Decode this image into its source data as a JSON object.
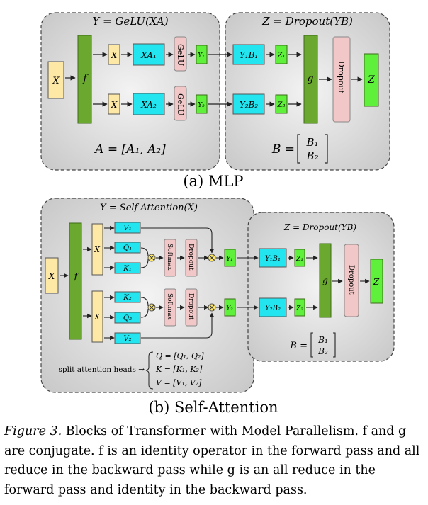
{
  "mlp": {
    "title_left": "Y = GeLU(XA)",
    "title_right": "Z = Dropout(YB)",
    "x_input": "X",
    "f": "f",
    "x1": "X",
    "x2": "X",
    "xa1": "XA₁",
    "xa2": "XA₂",
    "gelu1": "GeLU",
    "gelu2": "GeLU",
    "y1": "Y₁",
    "y2": "Y₂",
    "y1b1": "Y₁B₁",
    "y2b2": "Y₂B₂",
    "z1": "Z₁",
    "z2": "Z₂",
    "g": "g",
    "dropout": "Dropout",
    "z": "Z",
    "eq_a": "A = [A₁, A₂]",
    "eq_b_lhs": "B =",
    "eq_b1": "B₁",
    "eq_b2": "B₂",
    "caption": "(a) MLP"
  },
  "attn": {
    "title_left": "Y = Self-Attention(X)",
    "title_right": "Z = Dropout(YB)",
    "x_input": "X",
    "f": "f",
    "x1": "X",
    "x2": "X",
    "v1": "V₁",
    "q1": "Q₁",
    "k1": "K₁",
    "k2": "K₂",
    "q2": "Q₂",
    "v2": "V₂",
    "softmax1": "Softmax",
    "softmax2": "Softmax",
    "dropout1": "Dropout",
    "dropout2": "Dropout",
    "y1": "Y₁",
    "y2": "Y₂",
    "y1b1": "Y₁B₁",
    "y2b2": "Y₂B₂",
    "z1": "Z₁",
    "z2": "Z₂",
    "g": "g",
    "dropout": "Dropout",
    "z": "Z",
    "split_label": "split attention heads →",
    "eq_q": "Q = [Q₁, Q₂]",
    "eq_k": "K = [K₁, K₂]",
    "eq_v": "V = [V₁, V₂]",
    "eq_b_lhs": "B =",
    "eq_b1": "B₁",
    "eq_b2": "B₂",
    "caption": "(b) Self-Attention"
  },
  "figure_caption": {
    "label": "Figure 3.",
    "text": " Blocks of Transformer with Model Parallelism. f and g are conjugate. f is an identity operator in the forward pass and all reduce in the backward pass while g is an all reduce in the forward pass and identity in the backward pass."
  },
  "colors": {
    "panel_fill": "#d4d4d4",
    "panel_stroke": "#444444",
    "x_box": "#fde8a6",
    "green_dark": "#6aa82f",
    "green_light": "#5ef03b",
    "cyan": "#22e5f0",
    "pink": "#f1c7c7"
  }
}
